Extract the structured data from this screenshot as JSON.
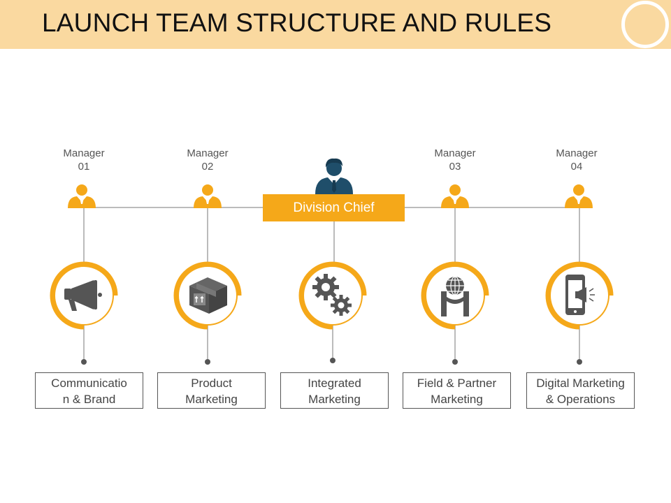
{
  "header": {
    "title": "LAUNCH TEAM STRUCTURE AND RULES",
    "ring_icon": "circle-outline",
    "band_color": "#FAD9A0"
  },
  "chief": {
    "label": "Division Chief",
    "icon": "business-person-icon"
  },
  "managers": [
    {
      "line1": "Manager",
      "line2": "01",
      "icon": "person-icon"
    },
    {
      "line1": "Manager",
      "line2": "02",
      "icon": "person-icon"
    },
    {
      "line1": "Manager",
      "line2": "03",
      "icon": "person-icon"
    },
    {
      "line1": "Manager",
      "line2": "04",
      "icon": "person-icon"
    }
  ],
  "departments": [
    {
      "line1": "Communicatio",
      "line2": "n & Brand",
      "icon": "megaphone-icon"
    },
    {
      "line1": "Product",
      "line2": "Marketing",
      "icon": "package-box-icon"
    },
    {
      "line1": "Integrated",
      "line2": "Marketing",
      "icon": "gears-icon"
    },
    {
      "line1": "Field & Partner",
      "line2": "Marketing",
      "icon": "globe-handshake-icon"
    },
    {
      "line1": "Digital Marketing",
      "line2": "& Operations",
      "icon": "mobile-megaphone-icon"
    }
  ],
  "colors": {
    "accent": "#F5A819",
    "icon_gray": "#555555",
    "chief_icon": "#1F4E6A"
  }
}
